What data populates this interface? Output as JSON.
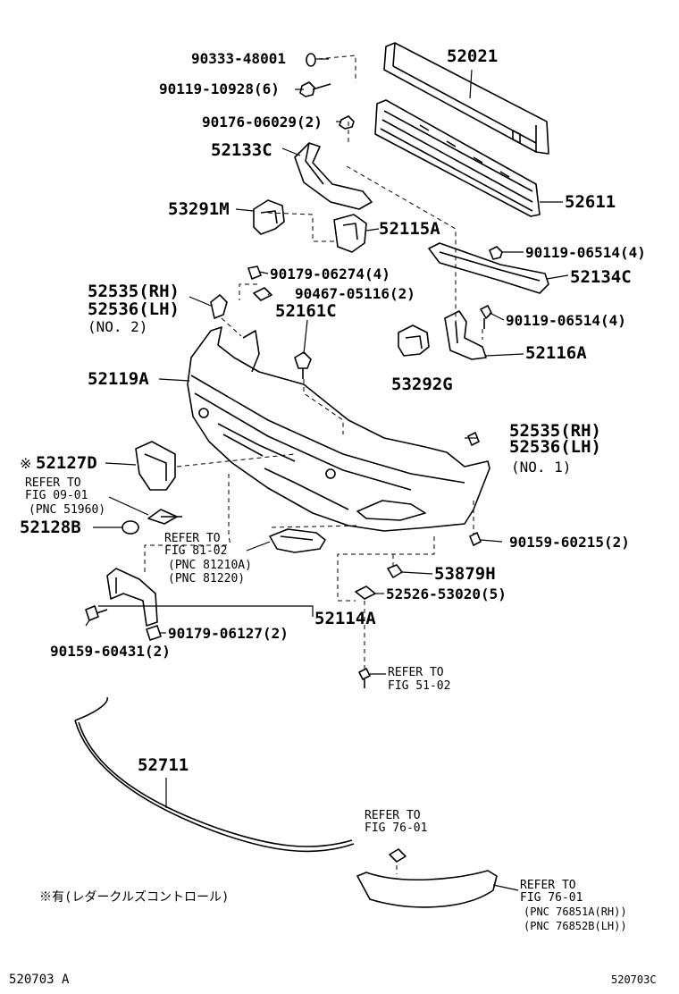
{
  "callouts": {
    "p90333": "90333-48001",
    "p90119a": "90119-10928(6)",
    "p52021": "52021",
    "p90176": "90176-06029(2)",
    "p52133c": "52133C",
    "p52611": "52611",
    "p53291m": "53291M",
    "p52115a": "52115A",
    "p90119b": "90119-06514(4)",
    "p52134c": "52134C",
    "p90179a": "90179-06274(4)",
    "p90467": "90467-05116(2)",
    "p52535a": "52535(RH)",
    "p52536a": "52536(LH)",
    "p52161c": "52161C",
    "no2": "(NO. 2)",
    "p90119c": "90119-06514(4)",
    "p52116a": "52116A",
    "p52119a": "52119A",
    "p53292g": "53292G",
    "p52535b": "52535(RH)",
    "p52536b": "52536(LH)",
    "no1": "(NO. 1)",
    "p52127d": "52127D",
    "p52128b": "52128B",
    "p90159a": "90159-60215(2)",
    "p53879h": "53879H",
    "p52526": "52526-53020(5)",
    "p52114a": "52114A",
    "p90179b": "90179-06127(2)",
    "p90159b": "90159-60431(2)",
    "p52711": "52711"
  },
  "refs": {
    "r1a": "REFER TO",
    "r1b": "FIG 09-01",
    "r1c": "(PNC 51960)",
    "r2a": "REFER TO",
    "r2b": "FIG 81-02",
    "r2c": "(PNC 81210A)",
    "r2d": "(PNC 81220)",
    "r3a": "REFER TO",
    "r3b": "FIG 51-02",
    "r4a": "REFER TO",
    "r4b": "FIG 76-01",
    "r5a": "REFER TO",
    "r5b": "FIG 76-01",
    "r5c": "(PNC 76851A(RH))",
    "r5d": "(PNC 76852B(LH))"
  },
  "marks": {
    "asterisk": "※",
    "footnote": "※有(レダークルズコントロール)"
  },
  "footer": {
    "left_code": "520703 A",
    "right_code": "520703C"
  }
}
